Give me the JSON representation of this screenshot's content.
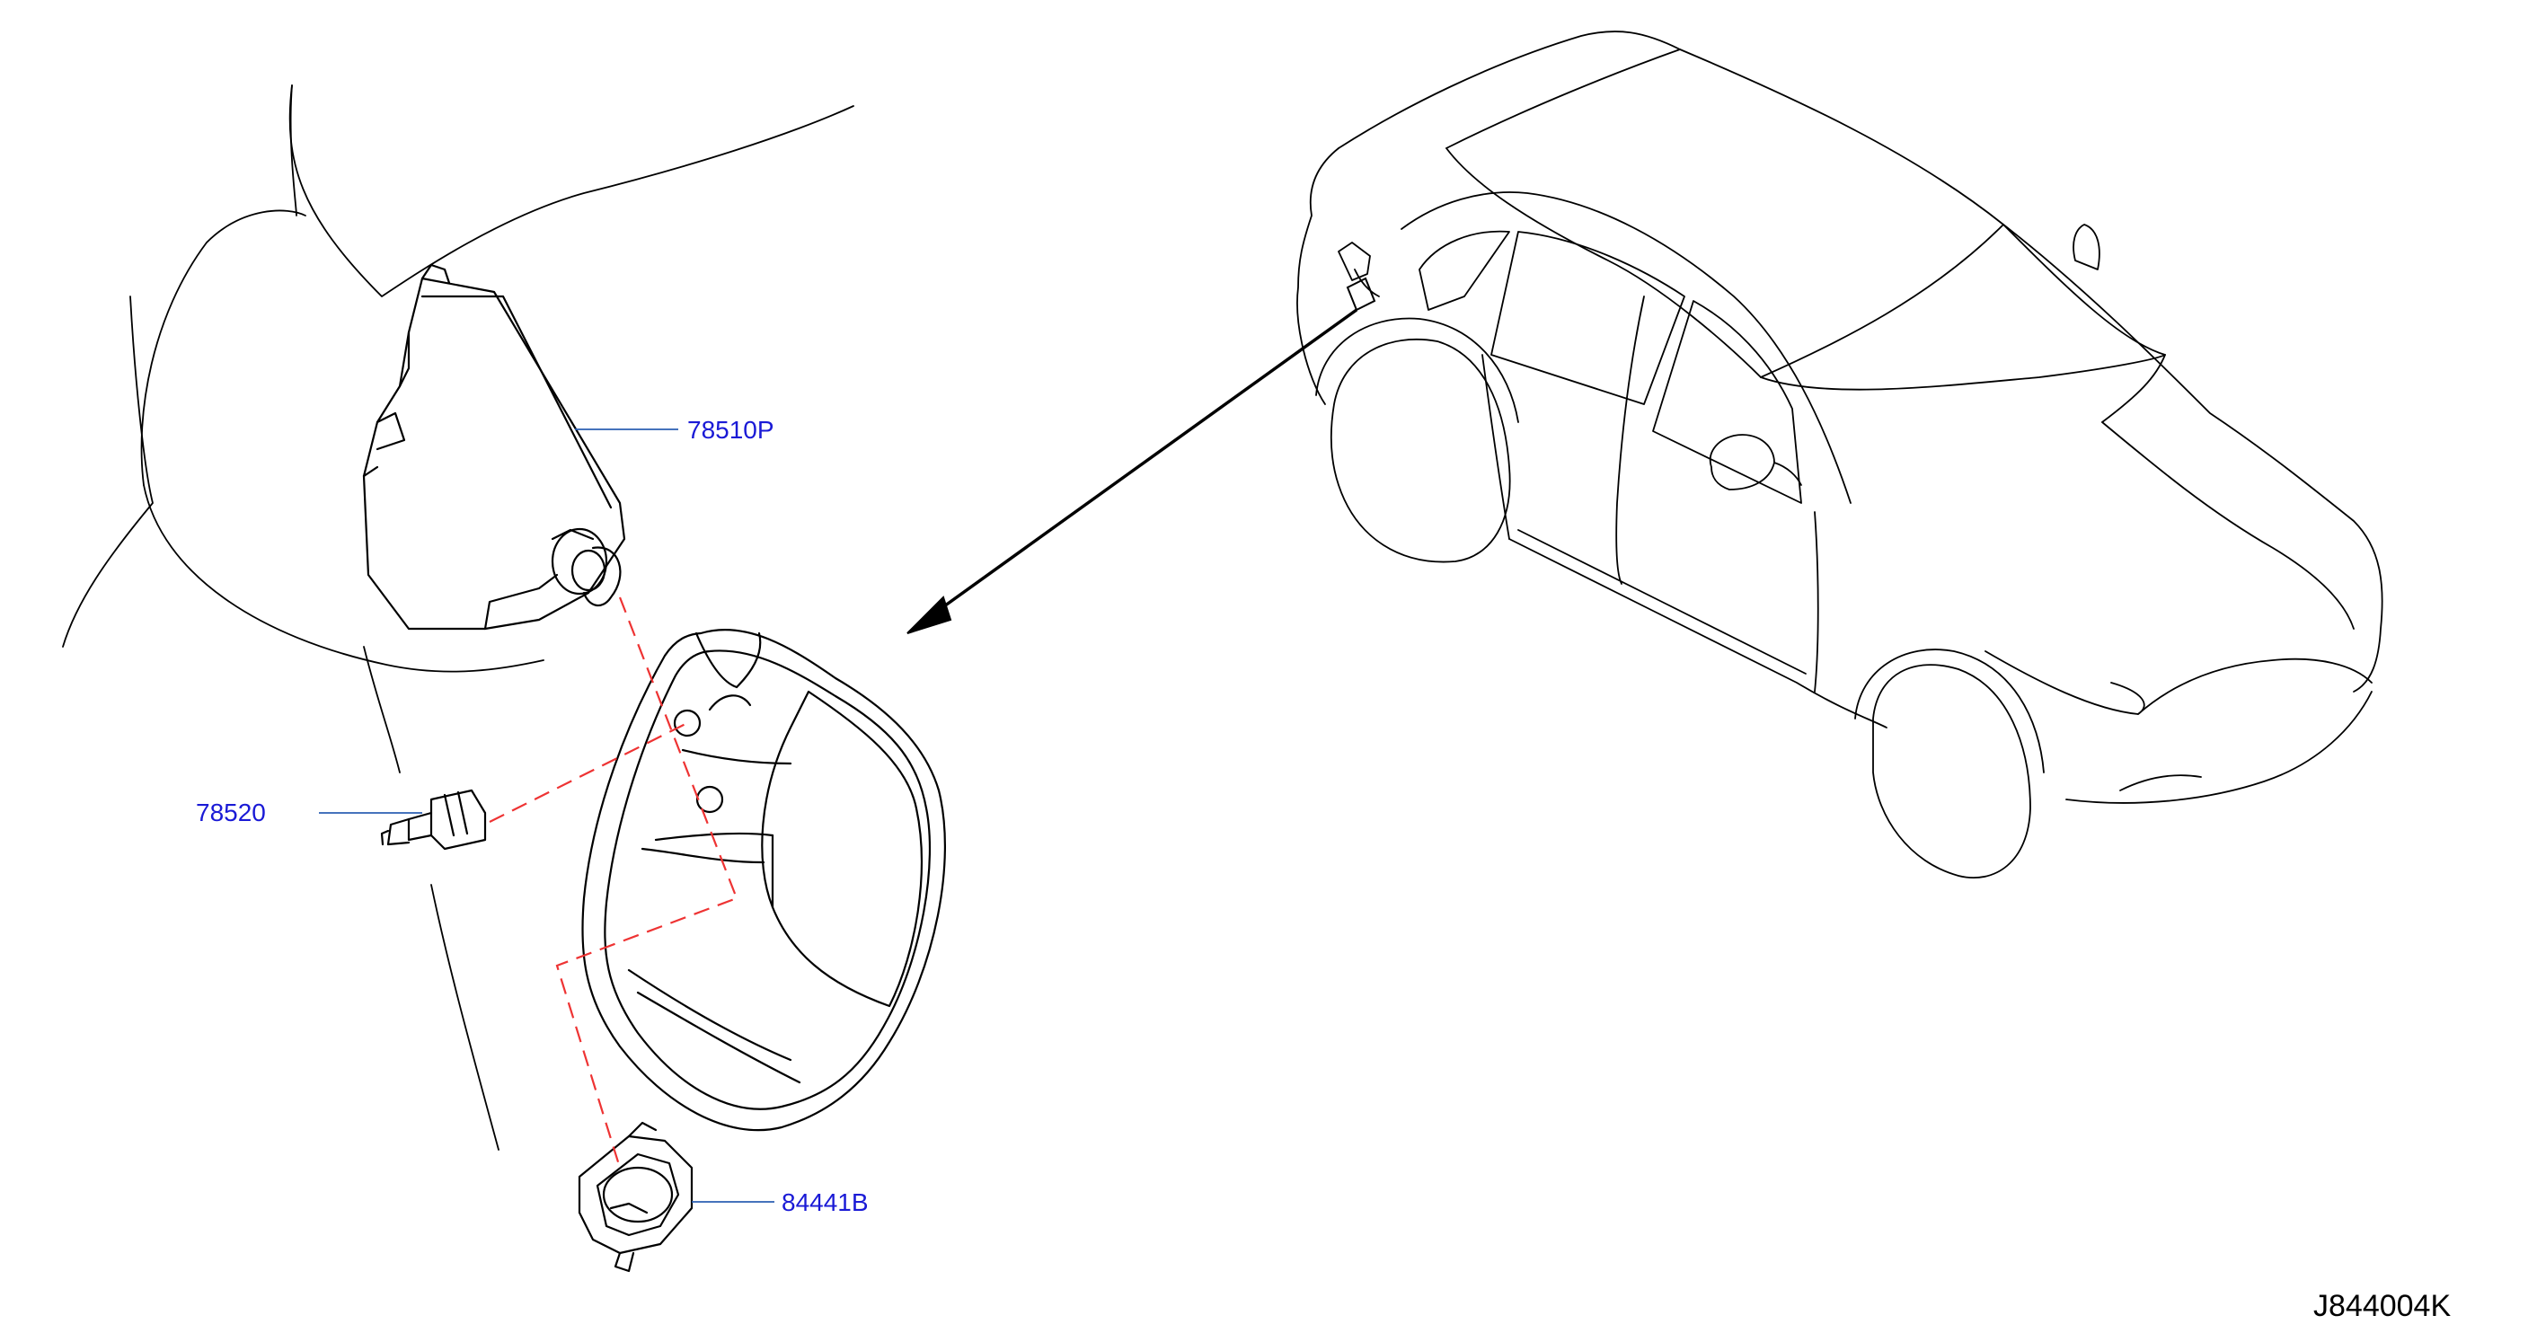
{
  "labels": {
    "part_78510P": "78510P",
    "part_78520": "78520",
    "part_84441B": "84441B",
    "diagram_code": "J844004K"
  },
  "colors": {
    "label_text": "#1a1ad6",
    "leader_line": "#2b5fb3",
    "dashed_guide": "#e33333",
    "line_art": "#000000"
  }
}
